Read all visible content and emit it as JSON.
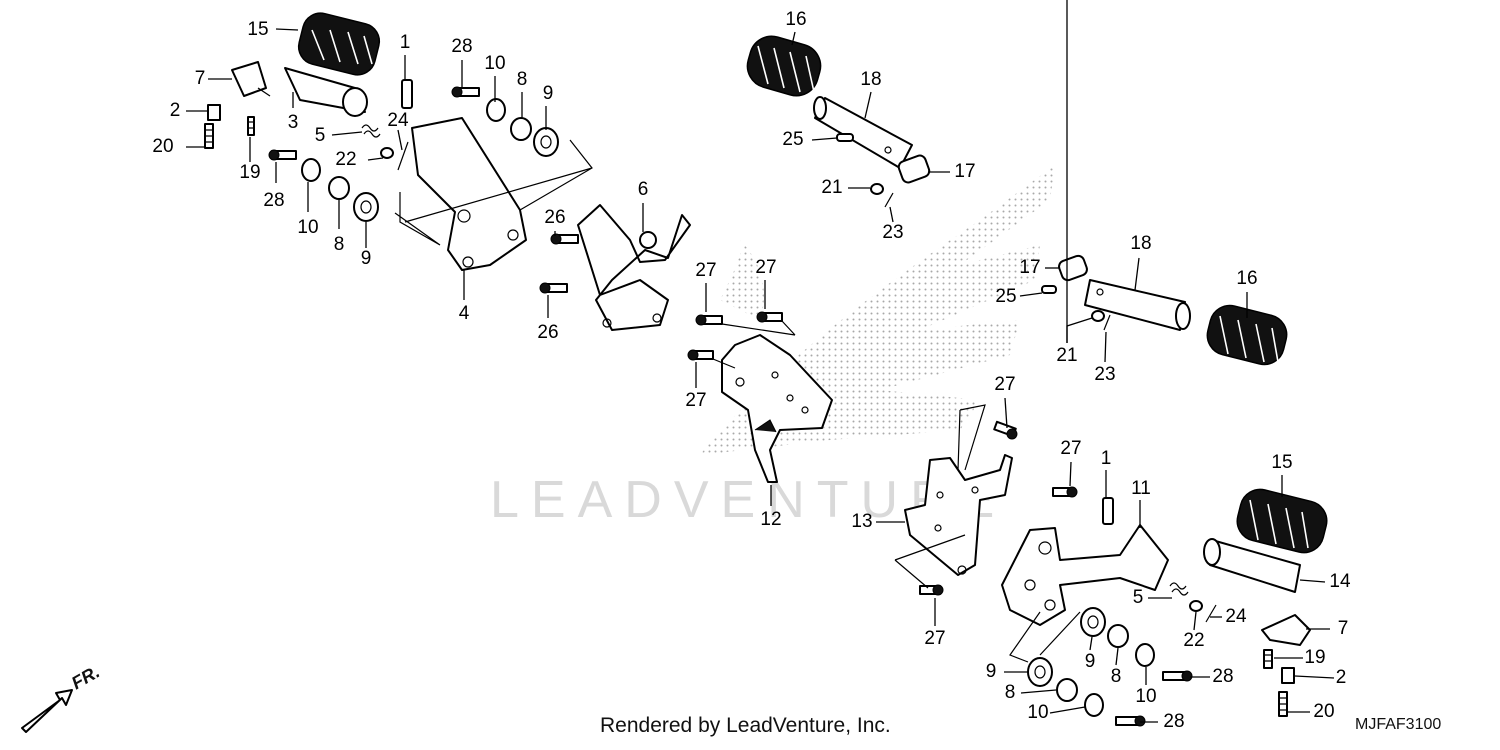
{
  "diagram": {
    "footer": "Rendered by LeadVenture, Inc.",
    "diagram_code": "MJFAF3100",
    "watermark": "LEADVENTURE",
    "direction_label": "FR.",
    "callouts": [
      {
        "id": "c15a",
        "label": "15"
      },
      {
        "id": "c1a",
        "label": "1"
      },
      {
        "id": "c28a",
        "label": "28"
      },
      {
        "id": "c10a",
        "label": "10"
      },
      {
        "id": "c8a",
        "label": "8"
      },
      {
        "id": "c9a",
        "label": "9"
      },
      {
        "id": "c7a",
        "label": "7"
      },
      {
        "id": "c2a",
        "label": "2"
      },
      {
        "id": "c3a",
        "label": "3"
      },
      {
        "id": "c20a",
        "label": "20"
      },
      {
        "id": "c5a",
        "label": "5"
      },
      {
        "id": "c24a",
        "label": "24"
      },
      {
        "id": "c22a",
        "label": "22"
      },
      {
        "id": "c19a",
        "label": "19"
      },
      {
        "id": "c28b",
        "label": "28"
      },
      {
        "id": "c10b",
        "label": "10"
      },
      {
        "id": "c8b",
        "label": "8"
      },
      {
        "id": "c9b",
        "label": "9"
      },
      {
        "id": "c4",
        "label": "4"
      },
      {
        "id": "c6",
        "label": "6"
      },
      {
        "id": "c26a",
        "label": "26"
      },
      {
        "id": "c26b",
        "label": "26"
      },
      {
        "id": "c16a",
        "label": "16"
      },
      {
        "id": "c18a",
        "label": "18"
      },
      {
        "id": "c25a",
        "label": "25"
      },
      {
        "id": "c17a",
        "label": "17"
      },
      {
        "id": "c21a",
        "label": "21"
      },
      {
        "id": "c23a",
        "label": "23"
      },
      {
        "id": "c27a",
        "label": "27"
      },
      {
        "id": "c27b",
        "label": "27"
      },
      {
        "id": "c27c",
        "label": "27"
      },
      {
        "id": "c12",
        "label": "12"
      },
      {
        "id": "c18b",
        "label": "18"
      },
      {
        "id": "c17b",
        "label": "17"
      },
      {
        "id": "c16b",
        "label": "16"
      },
      {
        "id": "c25b",
        "label": "25"
      },
      {
        "id": "c21b",
        "label": "21"
      },
      {
        "id": "c23b",
        "label": "23"
      },
      {
        "id": "c27d",
        "label": "27"
      },
      {
        "id": "c27e",
        "label": "27"
      },
      {
        "id": "c1b",
        "label": "1"
      },
      {
        "id": "c11",
        "label": "11"
      },
      {
        "id": "c15b",
        "label": "15"
      },
      {
        "id": "c13",
        "label": "13"
      },
      {
        "id": "c14",
        "label": "14"
      },
      {
        "id": "c5b",
        "label": "5"
      },
      {
        "id": "c24b",
        "label": "24"
      },
      {
        "id": "c7b",
        "label": "7"
      },
      {
        "id": "c22b",
        "label": "22"
      },
      {
        "id": "c27f",
        "label": "27"
      },
      {
        "id": "c9c",
        "label": "9"
      },
      {
        "id": "c9d",
        "label": "9"
      },
      {
        "id": "c8c",
        "label": "8"
      },
      {
        "id": "c19b",
        "label": "19"
      },
      {
        "id": "c8d",
        "label": "8"
      },
      {
        "id": "c10c",
        "label": "10"
      },
      {
        "id": "c28c",
        "label": "28"
      },
      {
        "id": "c2b",
        "label": "2"
      },
      {
        "id": "c10d",
        "label": "10"
      },
      {
        "id": "c28d",
        "label": "28"
      },
      {
        "id": "c20b",
        "label": "20"
      }
    ]
  }
}
